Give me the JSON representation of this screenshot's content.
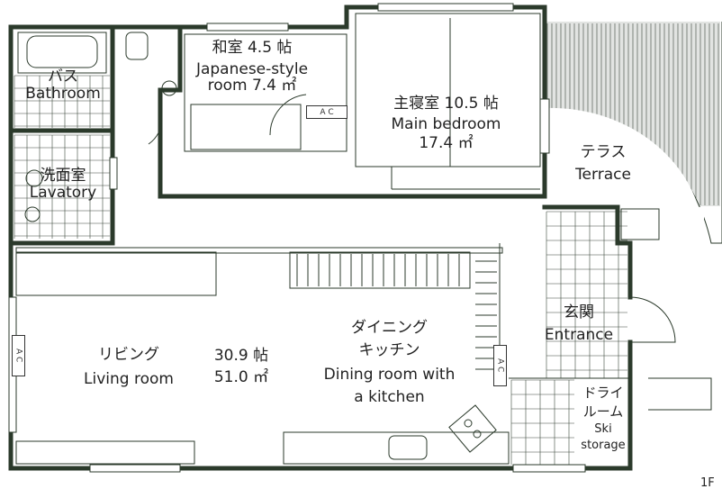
{
  "floor_label": "1F",
  "ac_label": "A C",
  "rooms": {
    "bath": {
      "ja": "バス",
      "en": "Bathroom"
    },
    "lavatory": {
      "ja": "洗面室",
      "en": "Lavatory"
    },
    "japanese": {
      "ja": "和室  4.5 帖",
      "en": "Japanese-style",
      "en2": "room 7.4 ㎡"
    },
    "master": {
      "ja": "主寝室  10.5 帖",
      "en": "Main bedroom",
      "area": "17.4 ㎡"
    },
    "terrace": {
      "ja": "テラス",
      "en": "Terrace"
    },
    "entrance": {
      "ja": "玄関",
      "en": "Entrance"
    },
    "living": {
      "ja": "リビング",
      "en": "Living room"
    },
    "ldk_size": {
      "tatami": "30.9 帖",
      "area": "51.0 ㎡"
    },
    "dining": {
      "ja": "ダイニング",
      "ja2": "キッチン",
      "en": "Dining room with",
      "en2": "a kitchen"
    },
    "dry": {
      "ja": "ドライ",
      "ja2": "ルーム",
      "en": "Ski",
      "en2": "storage"
    }
  }
}
